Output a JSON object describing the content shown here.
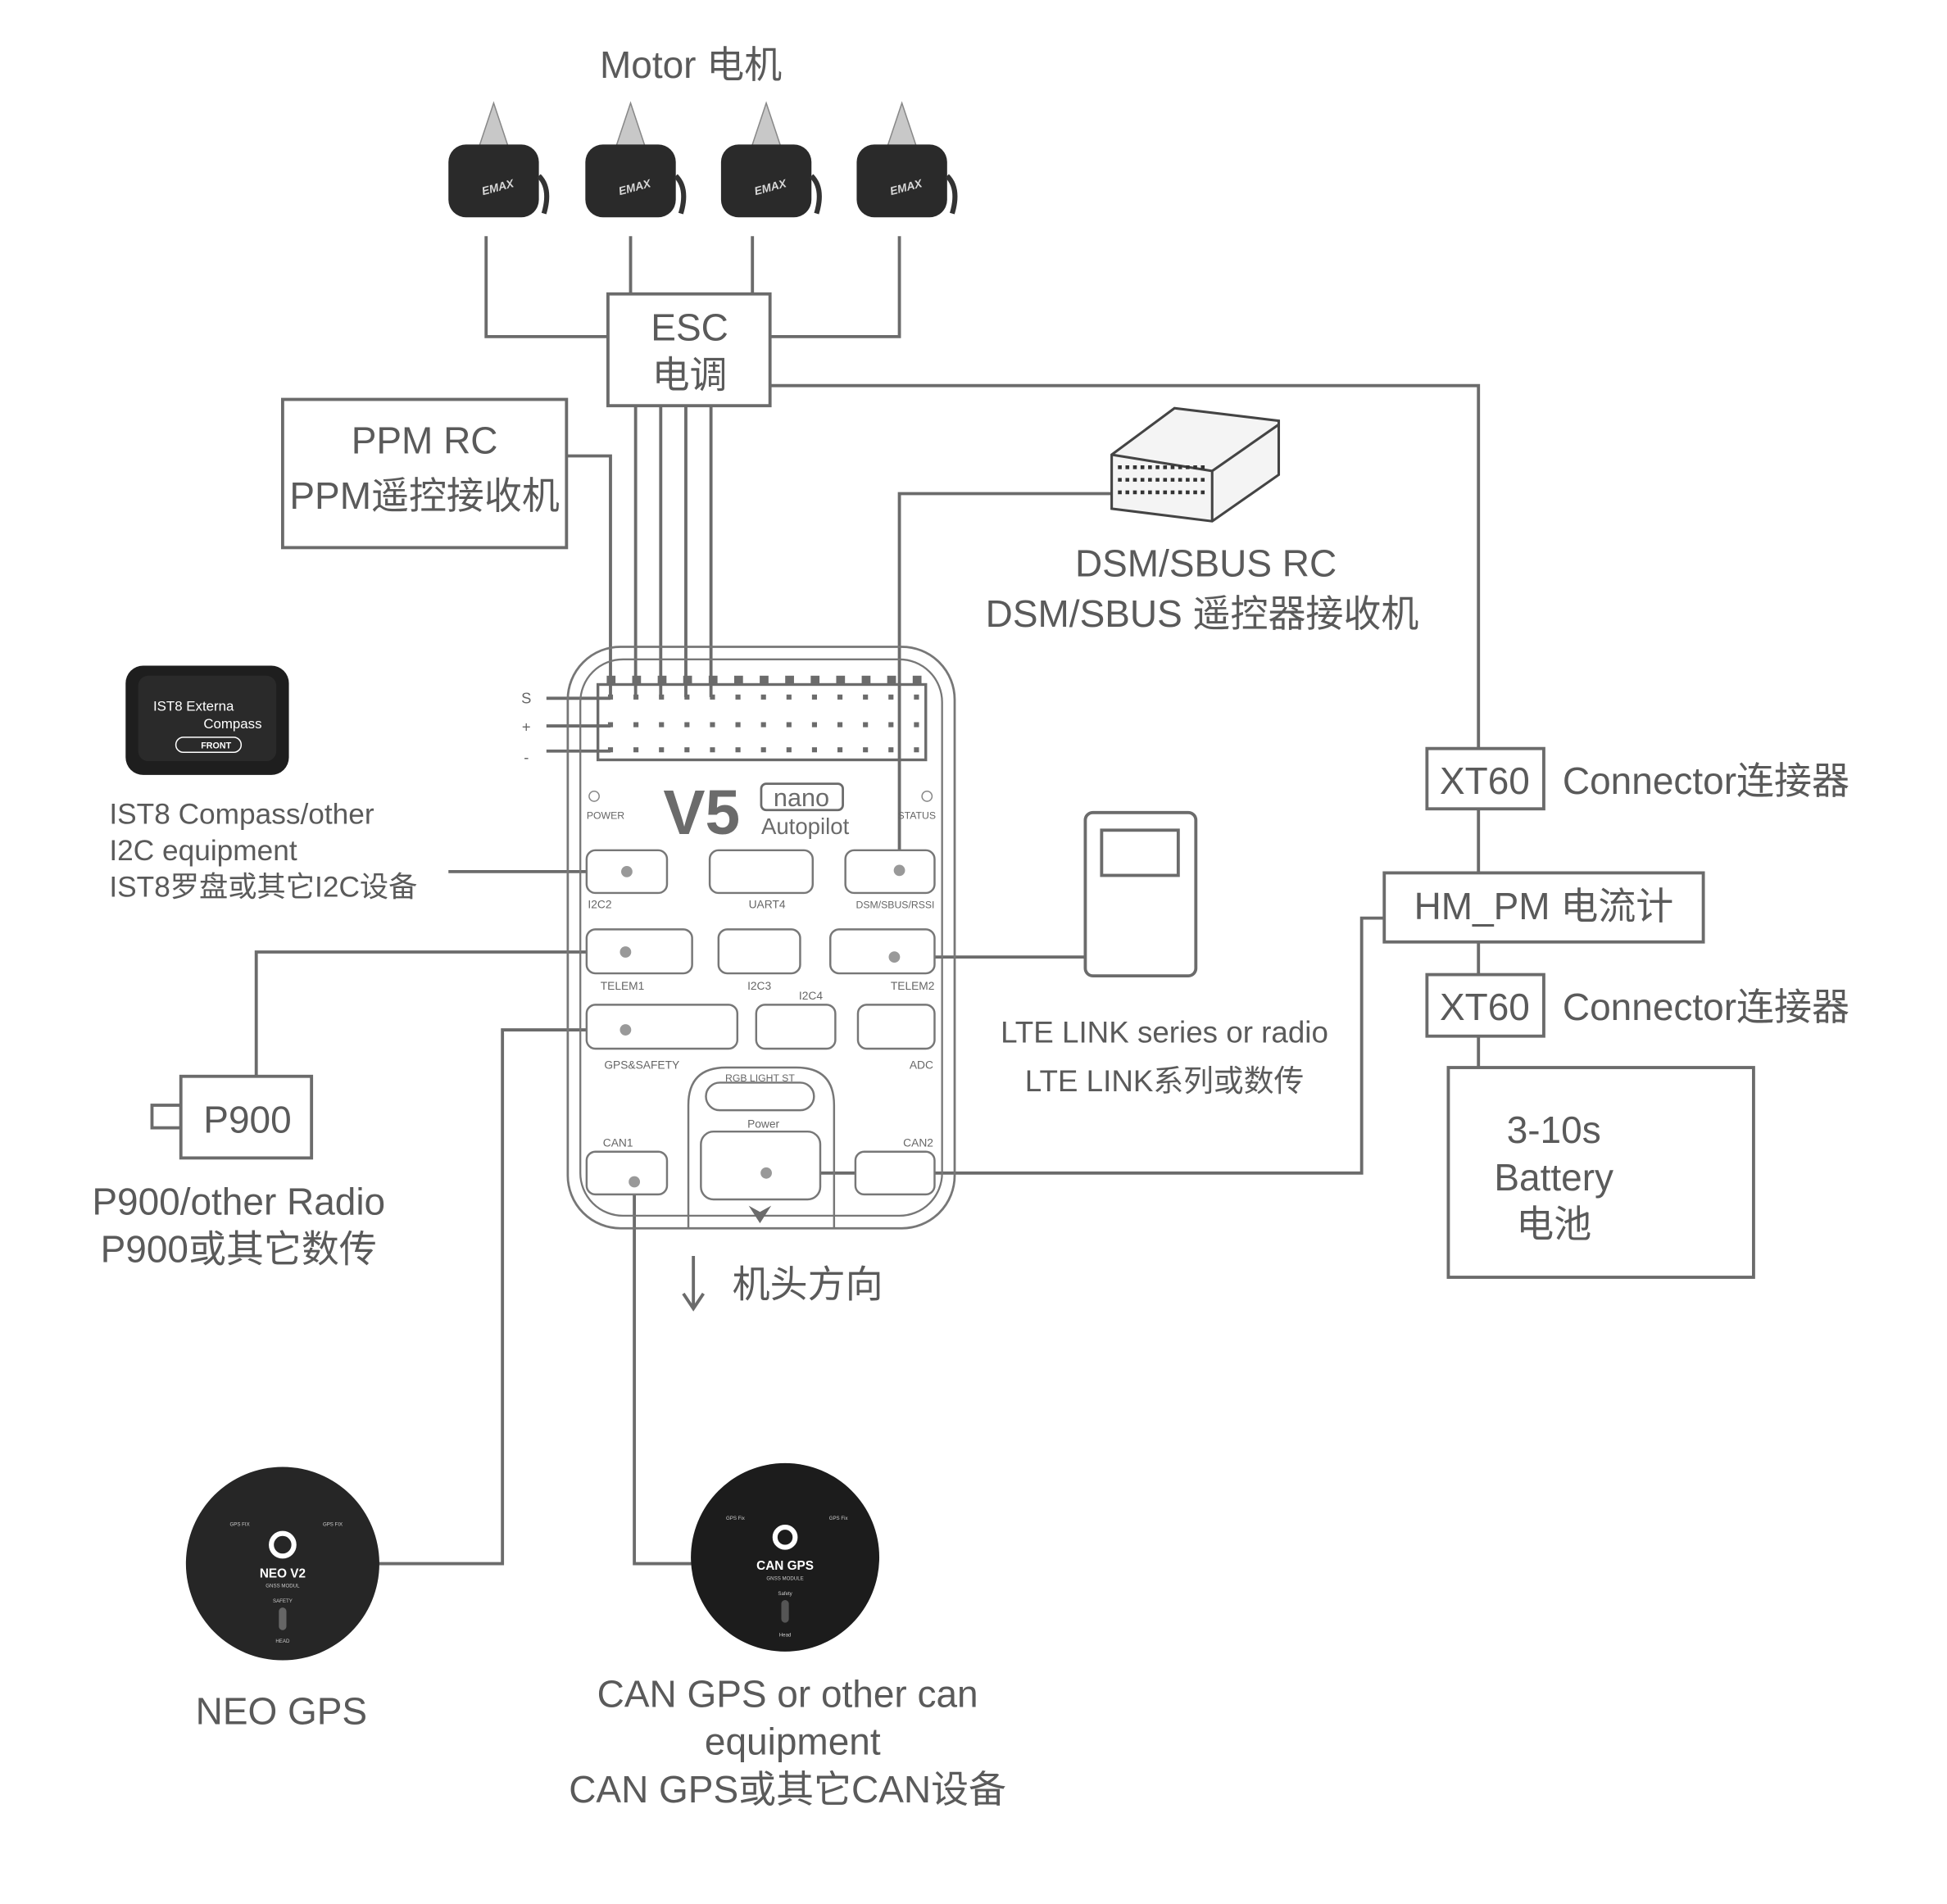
{
  "motor": {
    "title": "Motor 电机",
    "brand": "EMAX"
  },
  "esc": {
    "line1": "ESC",
    "line2": "电调"
  },
  "ppm": {
    "line1": "PPM RC",
    "line2": "PPM遥控接收机"
  },
  "dsm": {
    "line1": "DSM/SBUS RC",
    "line2": "DSM/SBUS 遥控器接收机"
  },
  "compass": {
    "device_line1": "IST8 Externa",
    "device_line2": "Compass",
    "device_front": "FRONT",
    "line1": "IST8 Compass/other",
    "line2": "I2C equipment",
    "line3": "IST8罗盘或其它I2C设备"
  },
  "header_pins": {
    "s": "S",
    "plus": "+",
    "minus": "-"
  },
  "board": {
    "model": "V5",
    "variant": "nano",
    "subtitle": "Autopilot",
    "power_led": "POWER",
    "status_led": "STATUS",
    "ports": {
      "i2c2": "I2C2",
      "uart4": "UART4",
      "dsm": "DSM/SBUS/RSSI",
      "telem1": "TELEM1",
      "i2c3": "I2C3",
      "i2c4": "I2C4",
      "telem2": "TELEM2",
      "gps": "GPS&SAFETY",
      "adc": "ADC",
      "rgb": "RGB LIGHT ST",
      "power": "Power",
      "can1": "CAN1",
      "can2": "CAN2"
    }
  },
  "heading": "机头方向",
  "p900": {
    "device": "P900",
    "line1": "P900/other Radio",
    "line2": "P900或其它数传"
  },
  "lte": {
    "line1": "LTE LINK series or radio",
    "line2": "LTE LINK系列或数传"
  },
  "power_chain": {
    "xt60_top": "XT60",
    "connector_top": "Connector连接器",
    "hm_pm": "HM_PM 电流计",
    "xt60_bottom": "XT60",
    "connector_bottom": "Connector连接器",
    "battery_line1": "3-10s",
    "battery_line2": "Battery",
    "battery_line3": "电池"
  },
  "neo_gps": {
    "device_name": "NEO V2",
    "device_sub": "GNSS MODUL",
    "safety": "SAFETY",
    "head": "HEAD",
    "fix": "GPS FIX",
    "label": "NEO GPS"
  },
  "can_gps": {
    "device_name": "CAN GPS",
    "device_sub": "GNSS MODULE",
    "safety": "Safety",
    "head": "Head",
    "fix": "GPS Fix",
    "line1": "CAN GPS or other can",
    "line2": "equipment",
    "line3": "CAN GPS或其它CAN设备"
  }
}
